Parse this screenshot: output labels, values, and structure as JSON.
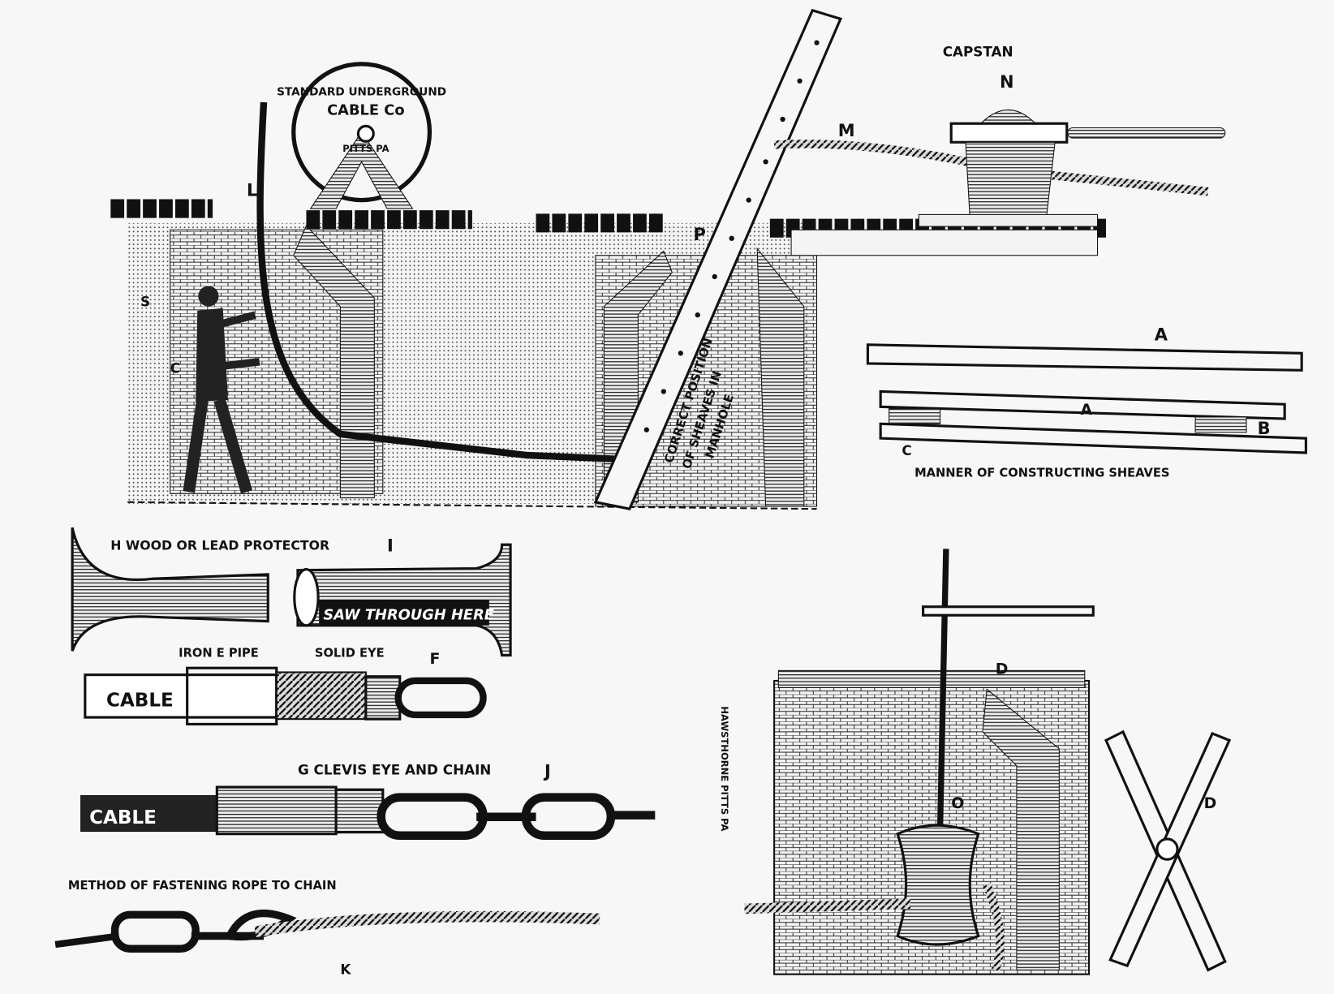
{
  "reel": {
    "line1": "STANDARD UNDERGROUND",
    "line2": "CABLE Co",
    "line3": "PITTS PA"
  },
  "labels": {
    "L": "L",
    "M": "M",
    "N": "N",
    "P": "P",
    "S": "S",
    "C_wall": "C",
    "capstan": "CAPSTAN",
    "sheave_position": [
      "CORRECT POSITION",
      "OF SHEAVES IN",
      "MANHOLE"
    ],
    "A_top": "A",
    "A_mid": "A",
    "B": "B",
    "C_sheave": "C",
    "sheaves_caption": "MANNER OF CONSTRUCTING SHEAVES",
    "protector_caption": "H WOOD OR LEAD PROTECTOR",
    "I": "I",
    "saw_through": "SAW THROUGH HERE",
    "iron_pipe": "IRON E PIPE",
    "solid_eye": "SOLID EYE",
    "F": "F",
    "cable1": "CABLE",
    "clevis_caption": "G CLEVIS EYE AND CHAIN",
    "J": "J",
    "cable2": "CABLE",
    "rope_caption": "METHOD OF FASTENING ROPE TO CHAIN",
    "K": "K",
    "D_top": "D",
    "O": "O",
    "D_x": "D"
  },
  "signature": "HAWSTHORNE PITTS PA"
}
